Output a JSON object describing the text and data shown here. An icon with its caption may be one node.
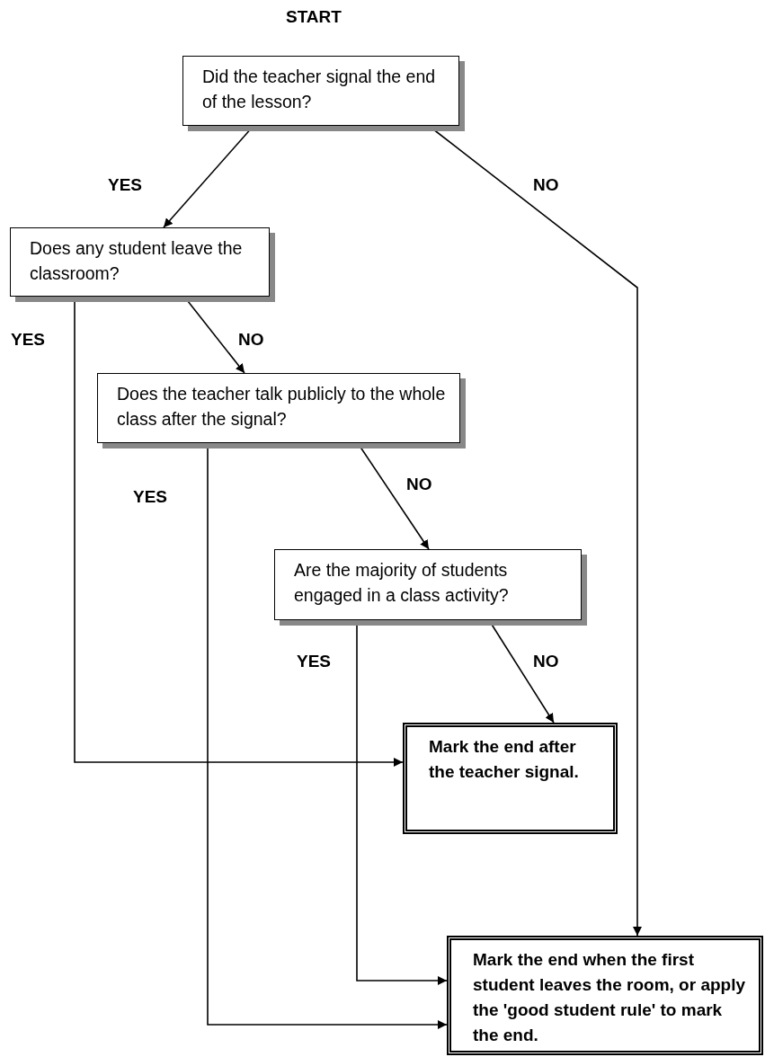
{
  "diagram": {
    "nodes": [
      {
        "text": [
          "Did the teacher signal the end of the lesson?"
        ]
      },
      {
        "text": [
          "Does any student leave the classroom?"
        ]
      },
      {
        "text": [
          "Does the teacher talk publicly to the whole class after the signal?"
        ]
      },
      {
        "text": [
          "Are the majority of students engaged in a class activity?"
        ]
      },
      {
        "text": [
          "Mark the end after the teacher signal."
        ]
      },
      {
        "text": [
          "Mark the end when the first student leaves the room, or apply the 'good student rule' to mark the end."
        ]
      }
    ],
    "edges": [
      {
        "from": 0,
        "to": 1,
        "arrow": "to",
        "label": "YES"
      },
      {
        "from": 0,
        "to": 5,
        "arrow": "to",
        "label": "NO"
      },
      {
        "from": 1,
        "to": 4,
        "arrow": "to",
        "label": "YES"
      },
      {
        "from": 1,
        "to": 2,
        "arrow": "to",
        "label": "NO"
      },
      {
        "from": 2,
        "to": 5,
        "arrow": "to",
        "label": "YES"
      },
      {
        "from": 2,
        "to": 3,
        "arrow": "to",
        "label": "NO"
      },
      {
        "from": 3,
        "to": 5,
        "arrow": "to",
        "label": "YES"
      },
      {
        "from": 3,
        "to": 4,
        "arrow": "to",
        "label": "NO"
      }
    ],
    "labels": [
      "START"
    ]
  }
}
